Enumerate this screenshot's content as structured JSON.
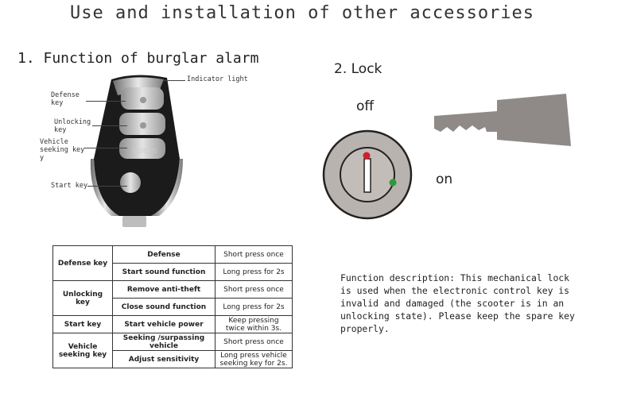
{
  "title": "Use and installation of other accessories",
  "section1": {
    "heading": "1. Function of burglar alarm",
    "callouts": {
      "indicator": "Indicator light",
      "defense": "Defense\nkey",
      "unlocking": "Unlocking\nkey",
      "seeking": "Vehicle\nseeking key\ny",
      "start": "Start key"
    }
  },
  "section2": {
    "heading": "2. Lock",
    "off_label": "off",
    "on_label": "on"
  },
  "table": {
    "groups": [
      {
        "name": "Defense key",
        "rows": [
          {
            "function": "Defense",
            "operation": "Short press once"
          },
          {
            "function": "Start sound function",
            "operation": "Long press for 2s"
          }
        ]
      },
      {
        "name": "Unlocking key",
        "rows": [
          {
            "function": "Remove anti-theft",
            "operation": "Short press once"
          },
          {
            "function": "Close sound function",
            "operation": "Long press for 2s"
          }
        ]
      },
      {
        "name": "Start key",
        "rows": [
          {
            "function": "Start vehicle power",
            "operation": "Keep pressing twice within 3s."
          }
        ]
      },
      {
        "name": "Vehicle seeking key",
        "rows": [
          {
            "function": "Seeking /surpassing vehicle",
            "operation": "Short press once"
          },
          {
            "function": "Adjust sensitivity",
            "operation": "Long press vehicle seeking key for 2s."
          }
        ]
      }
    ]
  },
  "description": "Function description: This mechanical lock is used when the electronic control key is invalid and damaged (the scooter is in an unlocking state). Please keep the spare key properly.",
  "colors": {
    "off_dot": "#d0202a",
    "on_dot": "#2a9a3a",
    "lock_gray": "#b9b3b0",
    "key_gray": "#8f8a88"
  }
}
